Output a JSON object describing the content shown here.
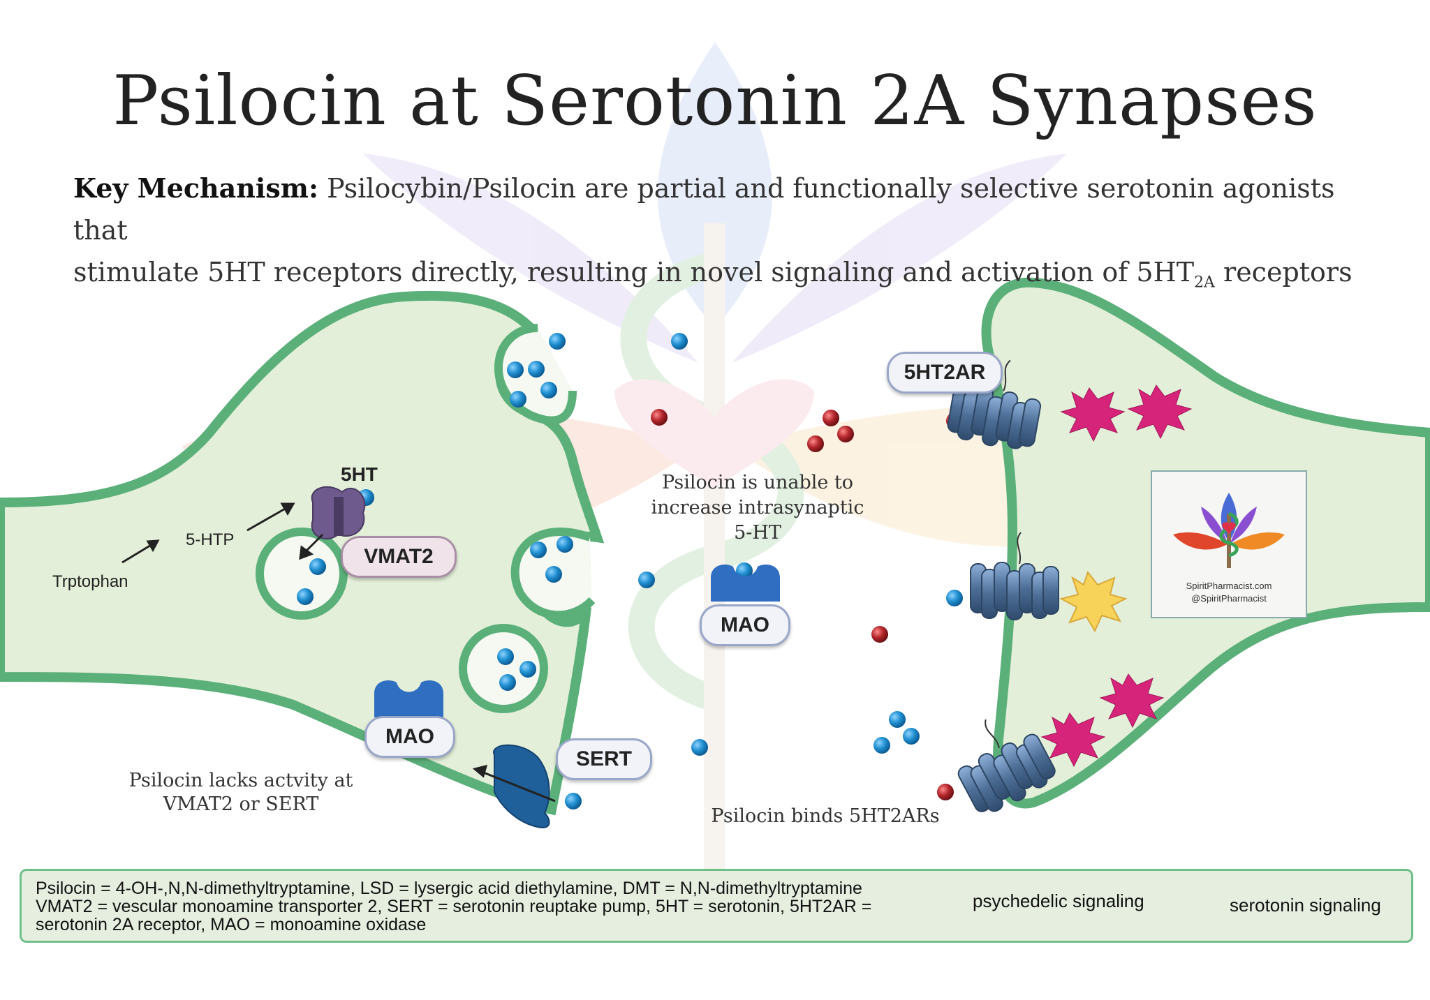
{
  "title": "Psilocin at Serotonin 2A Synapses",
  "key_mechanism": {
    "label": "Key Mechanism:",
    "line1": "Psilocybin/Psilocin are partial and functionally selective serotonin agonists that",
    "line2_pre": "stimulate 5HT receptors directly, resulting in novel signaling and activation of 5HT",
    "line2_sub": "2A",
    "line2_post": " receptors"
  },
  "labels": {
    "trptophan": "Trptophan",
    "htp": "5-HTP",
    "ht": "5HT",
    "vmat2": "VMAT2",
    "mao": "MAO",
    "sert": "SERT",
    "ht2ar": "5HT2AR",
    "lacks_activity_1": "Psilocin lacks actvity at",
    "lacks_activity_2": "VMAT2 or SERT",
    "unable_1": "Psilocin is unable to",
    "unable_2": "increase intrasynaptic",
    "unable_3": "5-HT",
    "binds": "Psilocin binds 5HT2ARs"
  },
  "logo": {
    "line1": "SpiritPharmacist.com",
    "line2": "@SpiritPharmacist"
  },
  "legend": {
    "line1": "Psilocin = 4-OH-,N,N-dimethyltryptamine, LSD = lysergic acid diethylamine, DMT = N,N-dimethyltryptamine",
    "line2": "VMAT2 = vescular monoamine transporter 2, SERT = serotonin reuptake pump, 5HT = serotonin, 5HT2AR =",
    "line3": "serotonin 2A receptor, MAO = monoamine oxidase",
    "psychedelic": "psychedelic signaling",
    "serotonin": "serotonin signaling"
  },
  "colors": {
    "membrane": "#5bb07a",
    "cytoplasm": "#e3efd9",
    "serotonin_dot": "#1f8fd0",
    "psilocin_dot": "#b3262b",
    "receptor": "#4d6e96",
    "psychedelic_burst": "#d6247a",
    "serotonin_burst": "#f7d35a",
    "vmat2": "#6e5a8c",
    "mao": "#2f6ec0",
    "sert": "#1f5f9a"
  },
  "icons": [
    "serotonin-molecule-icon",
    "psilocin-molecule-icon",
    "receptor-icon",
    "psychedelic-burst-icon",
    "serotonin-burst-icon",
    "lotus-caduceus-logo-icon"
  ]
}
